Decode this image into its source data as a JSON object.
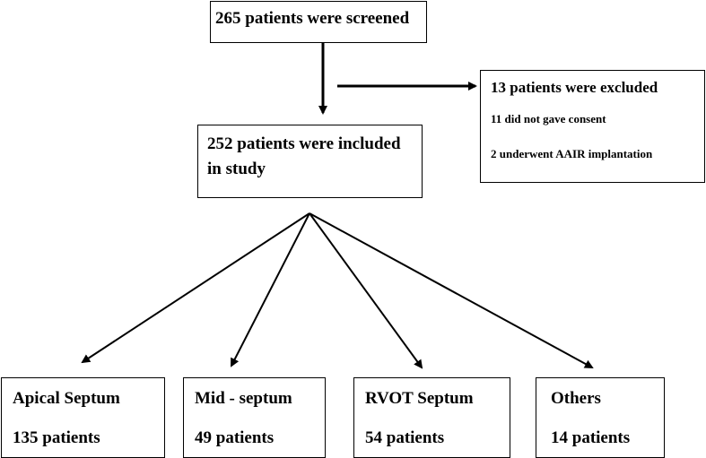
{
  "screened": {
    "label": "265 patients were screened"
  },
  "excluded": {
    "title": "13 patients were excluded",
    "reason_1": "11 did not gave consent",
    "reason_2": "2 underwent AAIR implantation"
  },
  "included": {
    "line_1": "252 patients were included",
    "line_2": "in study"
  },
  "groups": [
    {
      "name": "Apical Septum",
      "count": "135 patients"
    },
    {
      "name": "Mid - septum",
      "count": "49 patients"
    },
    {
      "name": "RVOT Septum",
      "count": "54 patients"
    },
    {
      "name": "Others",
      "count": "14 patients"
    }
  ],
  "colors": {
    "line": "#000000",
    "background": "#ffffff"
  }
}
